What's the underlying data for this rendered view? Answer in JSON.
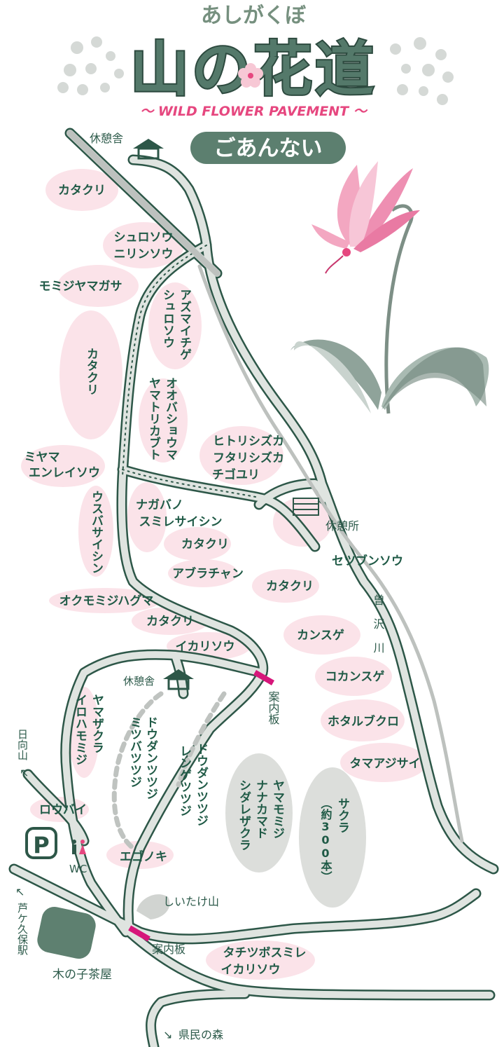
{
  "header": {
    "kana_title": "あしがくぼ",
    "main_title": "山の花道",
    "subtitle": "～ WILD FLOWER PAVEMENT ～",
    "guide_badge": "ごあんない"
  },
  "landmarks": {
    "rest_hut_top": "休憩舎",
    "rest_area_mid": "休憩所",
    "rest_hut_lower": "休憩舎",
    "info_board_1": "案内板",
    "info_board_2": "案内板",
    "mt_hinata": "日向山",
    "parking": "P",
    "wc": "WC",
    "shiitake": "しいたけ山",
    "cafe": "木の子茶屋",
    "ashigakubo_st": "芦ケ久保駅",
    "kenmin_forest": "県民の森",
    "river": "曽沢川"
  },
  "flowers": {
    "katakuri_1": "カタクリ",
    "shuroso_nirinso": [
      "シュロソウ",
      "ニリンソウ"
    ],
    "momijiyamagasa": "モミジヤマガサ",
    "azumaichige_shuroso": [
      "アズマイチゲ",
      "シュロソウ"
    ],
    "katakuri_2": "カタクリ",
    "obashoma_yamatorikabuto": [
      "オオバショウマ",
      "ヤマトリカブト"
    ],
    "miyama_enreiso": [
      "ミヤマ",
      "エンレイソウ"
    ],
    "hitorishizuka_group": [
      "ヒトリシズカ",
      "フタリシズカ",
      "チゴユリ"
    ],
    "usubasaishin": "ウスバサイシン",
    "nagabano_sumiresaishin": [
      "ナガバノ",
      "スミレサイシン"
    ],
    "katakuri_3": "カタクリ",
    "setsubunso": "セツブンソウ",
    "aburachan": "アブラチャン",
    "katakuri_4": "カタクリ",
    "okumomijihaguma": "オクモミジハグマ",
    "katakuri_5": "カタクリ",
    "kansuge": "カンスゲ",
    "ikariso_1": "イカリソウ",
    "kokansuge": "コカンスゲ",
    "yamazakura_iroha": [
      "ヤマザクラ",
      "イロハモミジ"
    ],
    "mitsuba_tsutsuji": [
      "ミツバツツジ"
    ],
    "dodan_tsutsuji_1": [
      "ドウダンツツジ"
    ],
    "renge_tsutsuji": [
      "レンゲツツジ"
    ],
    "dodan_tsutsuji_2": [
      "ドウダンツツジ"
    ],
    "hotarubukuro": "ホタルブクロ",
    "tamaajisai": "タマアジサイ",
    "yamamomiji_group": [
      "ヤマモミジ",
      "ナナカマド",
      "シダレザクラ"
    ],
    "sakura_300": [
      "サクラ",
      "（約300本）"
    ],
    "robai": "ロウバイ",
    "egonoki": "エゴノキ",
    "tachitsubosumire_ikariso": [
      "タチツボスミレ",
      "イカリソウ"
    ]
  },
  "colors": {
    "title_green": "#54796a",
    "label_green": "#1f5a46",
    "trail_fill": "#dfe4e0",
    "trail_stroke": "#2d5748",
    "flower_blob": "#fbe3e9",
    "info_board": "#d6167a",
    "accent_pink": "#e6477f"
  }
}
